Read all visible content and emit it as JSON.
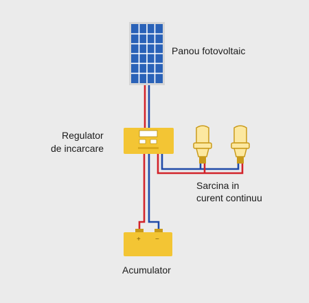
{
  "labels": {
    "panel": "Panou fotovoltaic",
    "regulator_line1": "Regulator",
    "regulator_line2": "de incarcare",
    "load_line1": "Sarcina in",
    "load_line2": "curent continuu",
    "battery": "Acumulator",
    "plus_sign": "+",
    "minus_sign": "−"
  },
  "colors": {
    "background": "#ebebeb",
    "panel_fill": "#2a62b8",
    "panel_frame": "#d6d6d6",
    "regulator_fill": "#f3c534",
    "battery_fill": "#f3c534",
    "bulb_fill": "#fce8a0",
    "wire_red": "#d2232a",
    "wire_blue": "#1f4aa8"
  },
  "icons": {
    "panel": "solar-panel-icon",
    "regulator": "charge-regulator-icon",
    "bulb": "bulb-icon",
    "battery": "battery-icon"
  }
}
